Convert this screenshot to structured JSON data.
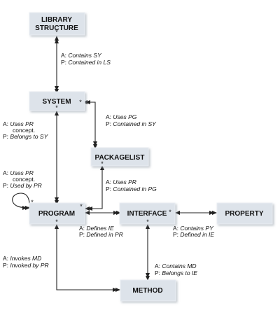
{
  "nodes": {
    "library_structure": {
      "line1": "LIBRARY",
      "line2": "STRUCTURE"
    },
    "system": {
      "label": "SYSTEM"
    },
    "packagelist": {
      "label": "PACKAGELIST"
    },
    "program": {
      "label": "PROGRAM"
    },
    "interface": {
      "label": "INTERFACE"
    },
    "property": {
      "label": "PROPERTY"
    },
    "method": {
      "label": "METHOD"
    }
  },
  "multiplicity": "*",
  "relations": {
    "ls_sy": {
      "a_prefix": "A:",
      "a_text": "Contains SY",
      "p_prefix": "P:",
      "p_text": "Contained in LS"
    },
    "sy_pg": {
      "a_prefix": "A:",
      "a_text": "Uses PG",
      "p_prefix": "P:",
      "p_text": "Contained in SY"
    },
    "sy_pr": {
      "a_prefix": "A:",
      "a_text1": "Uses PR",
      "a_text2": "concept.",
      "p_prefix": "P:",
      "p_text": "Belongs to SY"
    },
    "pr_self": {
      "a_prefix": "A:",
      "a_text1": "Uses PR",
      "a_text2": "concept.",
      "p_prefix": "P:",
      "p_text": "Used by PR"
    },
    "pg_pr": {
      "a_prefix": "A:",
      "a_text": "Uses PR",
      "p_prefix": "P:",
      "p_text": "Contained in PG"
    },
    "pr_ie": {
      "a_prefix": "A:",
      "a_text": "Defines IE",
      "p_prefix": "P:",
      "p_text": "Defined in PR"
    },
    "ie_py": {
      "a_prefix": "A:",
      "a_text": "Contains PY",
      "p_prefix": "P:",
      "p_text": "Defined in IE"
    },
    "pr_md": {
      "a_prefix": "A:",
      "a_text": "Invokes MD",
      "p_prefix": "P:",
      "p_text": "Invoked by PR"
    },
    "ie_md": {
      "a_prefix": "A:",
      "a_text": "Contains MD",
      "p_prefix": "P:",
      "p_text": "Belongs to IE"
    }
  }
}
